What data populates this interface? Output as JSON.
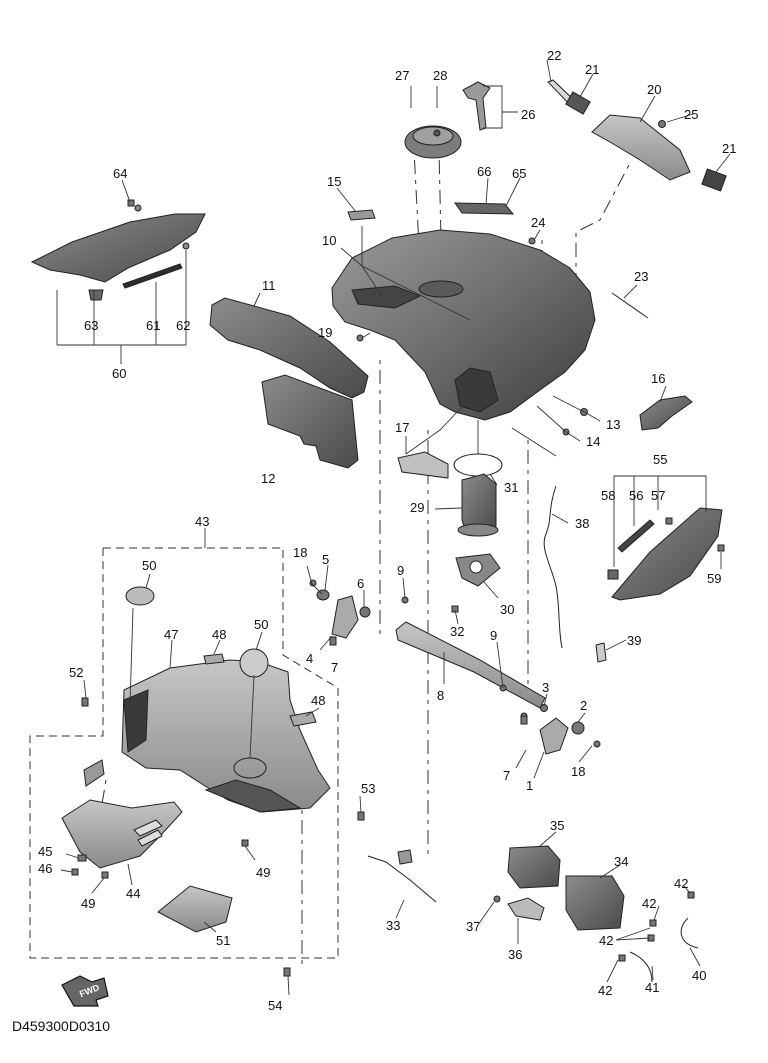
{
  "diagram_code": "D459300D0310",
  "fwd_label": "FWD",
  "labels": [
    "1",
    "2",
    "3",
    "4",
    "5",
    "6",
    "7",
    "8",
    "9",
    "10",
    "11",
    "12",
    "13",
    "14",
    "15",
    "16",
    "17",
    "18",
    "19",
    "20",
    "21",
    "22",
    "23",
    "24",
    "25",
    "26",
    "27",
    "28",
    "29",
    "30",
    "31",
    "32",
    "33",
    "34",
    "35",
    "36",
    "37",
    "38",
    "39",
    "40",
    "41",
    "42",
    "43",
    "44",
    "45",
    "46",
    "47",
    "48",
    "49",
    "50",
    "51",
    "52",
    "53",
    "54",
    "55",
    "56",
    "57",
    "58",
    "59",
    "60",
    "61",
    "62",
    "63",
    "64",
    "65",
    "66"
  ]
}
